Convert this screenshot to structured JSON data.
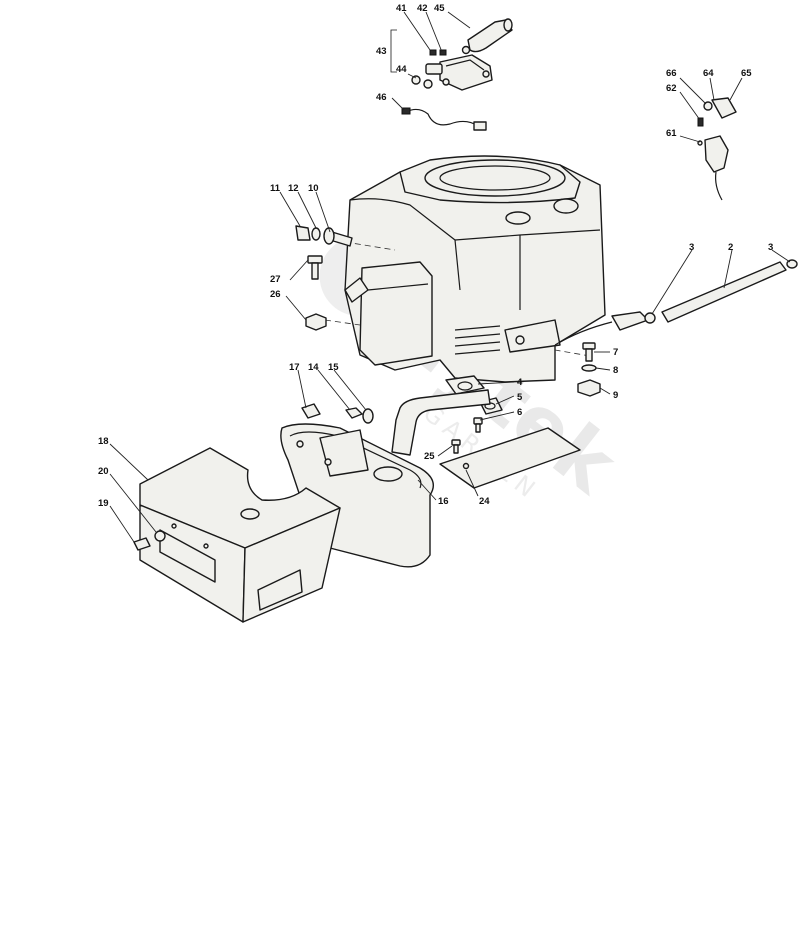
{
  "watermark": {
    "brand": "Mytek",
    "sub": "GARDEN"
  },
  "callouts": [
    {
      "id": "41",
      "label": "41"
    },
    {
      "id": "42",
      "label": "42"
    },
    {
      "id": "45",
      "label": "45"
    },
    {
      "id": "43",
      "label": "43"
    },
    {
      "id": "44",
      "label": "44"
    },
    {
      "id": "46",
      "label": "46"
    },
    {
      "id": "66",
      "label": "66"
    },
    {
      "id": "64",
      "label": "64"
    },
    {
      "id": "65",
      "label": "65"
    },
    {
      "id": "62",
      "label": "62"
    },
    {
      "id": "61",
      "label": "61"
    },
    {
      "id": "11",
      "label": "11"
    },
    {
      "id": "12",
      "label": "12"
    },
    {
      "id": "10",
      "label": "10"
    },
    {
      "id": "3a",
      "label": "3"
    },
    {
      "id": "2",
      "label": "2"
    },
    {
      "id": "3b",
      "label": "3"
    },
    {
      "id": "27",
      "label": "27"
    },
    {
      "id": "26",
      "label": "26"
    },
    {
      "id": "7",
      "label": "7"
    },
    {
      "id": "8",
      "label": "8"
    },
    {
      "id": "9",
      "label": "9"
    },
    {
      "id": "17",
      "label": "17"
    },
    {
      "id": "14",
      "label": "14"
    },
    {
      "id": "15",
      "label": "15"
    },
    {
      "id": "4",
      "label": "4"
    },
    {
      "id": "5",
      "label": "5"
    },
    {
      "id": "6",
      "label": "6"
    },
    {
      "id": "18",
      "label": "18"
    },
    {
      "id": "25",
      "label": "25"
    },
    {
      "id": "20",
      "label": "20"
    },
    {
      "id": "16",
      "label": "16"
    },
    {
      "id": "24",
      "label": "24"
    },
    {
      "id": "19",
      "label": "19"
    }
  ]
}
